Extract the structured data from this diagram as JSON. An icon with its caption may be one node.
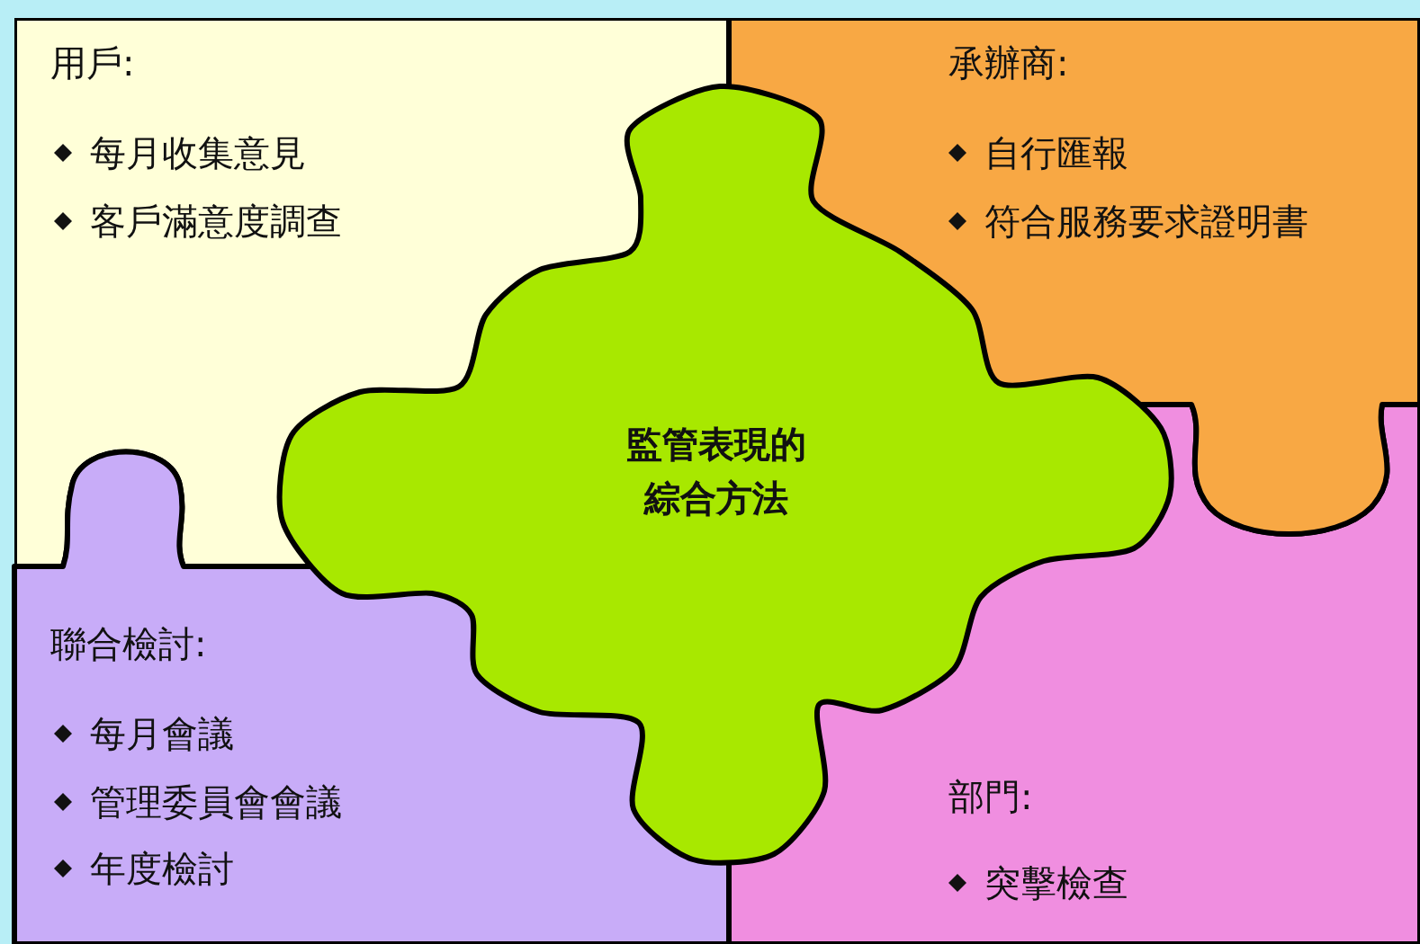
{
  "diagram": {
    "nodes": [
      {
        "text": [
          "用戶:",
          "每月收集意見",
          "客戶滿意度調查"
        ]
      },
      {
        "text": [
          "承辦商:",
          "自行匯報",
          "符合服務要求證明書"
        ]
      },
      {
        "text": [
          "監管表現的綜合方法"
        ]
      },
      {
        "text": [
          "聯合檢討:",
          "每月會議",
          "管理委員會會議",
          "年度檢討"
        ]
      },
      {
        "text": [
          "部門:",
          "突擊檢查"
        ]
      }
    ]
  }
}
